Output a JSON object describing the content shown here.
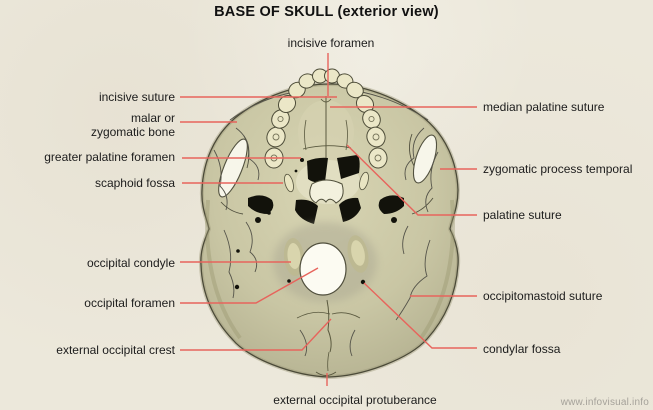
{
  "title": "BASE OF SKULL (exterior view)",
  "watermark": "www.infovisual.info",
  "colors": {
    "background": "#ece8db",
    "leader_line": "#e7645c",
    "skull_fill": "#c9c6a4",
    "skull_outline": "#4b4a38",
    "teeth_fill": "#ebe7c7",
    "foramen_black": "#12120b",
    "foramen_magnum_white": "#fcfbf2",
    "label_text": "#1c1c1c",
    "watermark_text": "#a5a29a"
  },
  "labels": {
    "incisive_foramen": "incisive foramen",
    "incisive_suture": "incisive suture",
    "malar_line1": "malar or",
    "malar_line2": "zygomatic bone",
    "greater_palatine_foramen": "greater palatine foramen",
    "scaphoid_fossa": "scaphoid fossa",
    "occipital_condyle": "occipital condyle",
    "occipital_foramen": "occipital foramen",
    "external_occipital_crest": "external occipital crest",
    "median_palatine_suture": "median palatine suture",
    "zygomatic_process_temporal": "zygomatic process temporal",
    "palatine_suture": "palatine suture",
    "occipitomastoid_suture": "occipitomastoid suture",
    "condylar_fossa": "condylar fossa",
    "external_occipital_protuberance": "external occipital protuberance"
  }
}
